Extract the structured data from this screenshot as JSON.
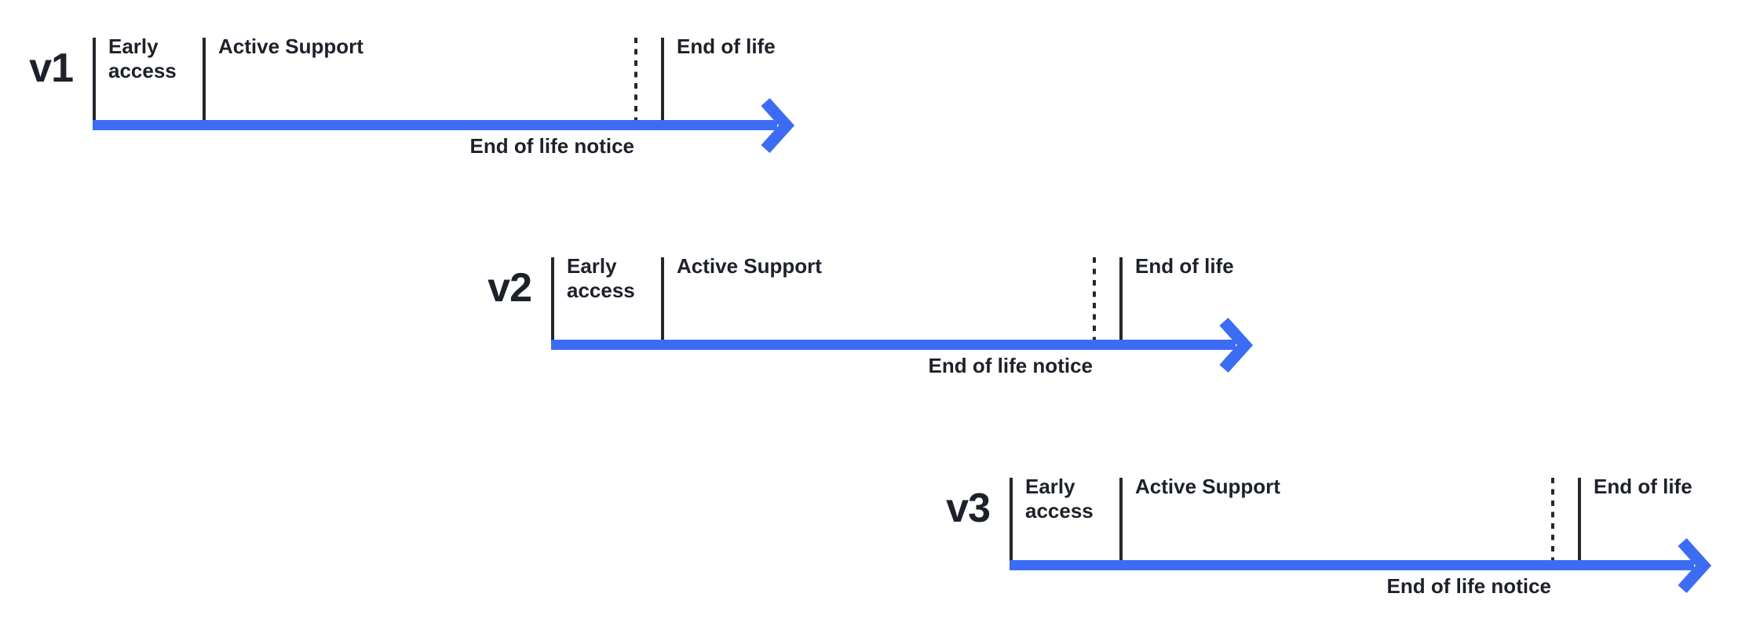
{
  "colors": {
    "arrow": "#3d6cf4",
    "text": "#1d2129",
    "tick": "#24272d"
  },
  "rows": [
    {
      "version": "v1",
      "early_access": "Early access",
      "active_support": "Active Support",
      "end_of_life": "End of life",
      "end_of_life_notice": "End of life notice"
    },
    {
      "version": "v2",
      "early_access": "Early access",
      "active_support": "Active Support",
      "end_of_life": "End of life",
      "end_of_life_notice": "End of life notice"
    },
    {
      "version": "v3",
      "early_access": "Early access",
      "active_support": "Active Support",
      "end_of_life": "End of life",
      "end_of_life_notice": "End of life notice"
    }
  ]
}
